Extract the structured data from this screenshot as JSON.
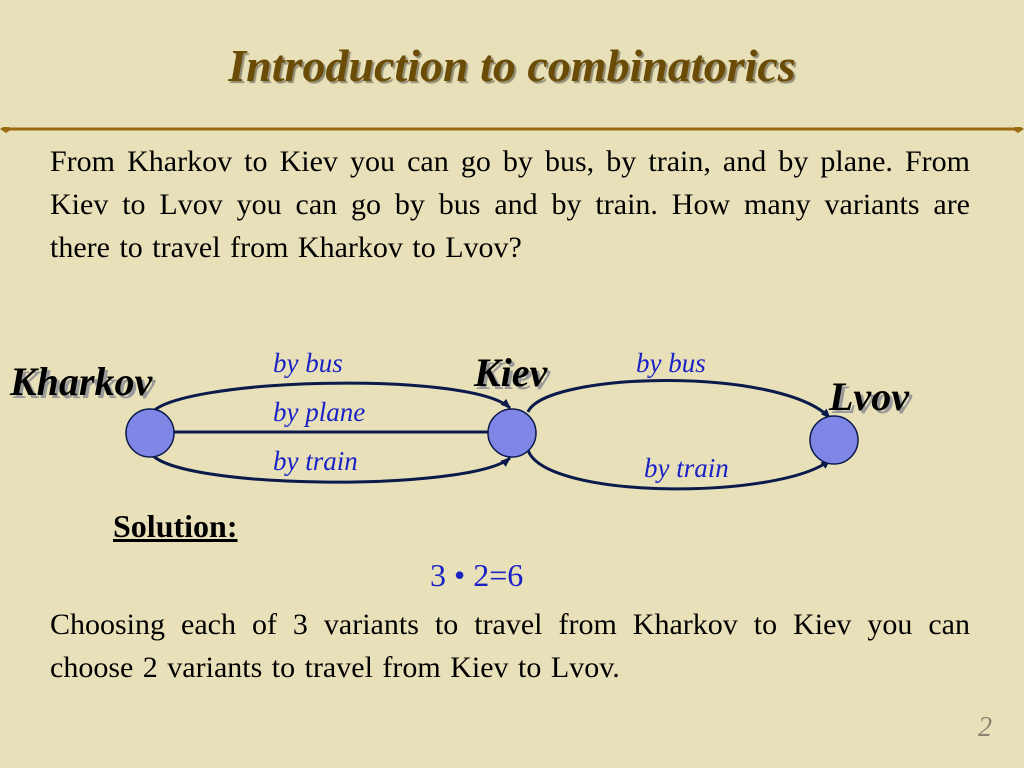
{
  "slide": {
    "title": "Introduction to combinatorics",
    "problem_text": "From Kharkov to Kiev you can go by bus, by train, and by plane. From Kiev to Lvov you can go by bus and by train. How many variants are there to travel from Kharkov to Lvov?",
    "solution_label": "Solution:",
    "formula": "3 • 2=6",
    "explanation_text": "Choosing each of 3 variants to travel from Kharkov to Kiev you can choose 2 variants to travel from Kiev to Lvov.",
    "page_number": "2"
  },
  "diagram": {
    "cities": {
      "kharkov": "Kharkov",
      "kiev": "Kiev",
      "lvov": "Lvov"
    },
    "routes_kharkov_kiev": [
      "by bus",
      "by plane",
      "by train"
    ],
    "routes_kiev_lvov": [
      "by bus",
      "by train"
    ]
  },
  "colors": {
    "background": "#e8e0b8",
    "title": "#6b4c06",
    "rule": "#9a6a12",
    "node_fill": "#7f86e6",
    "route_text": "#1a22c6",
    "page_number": "#8a8470"
  }
}
